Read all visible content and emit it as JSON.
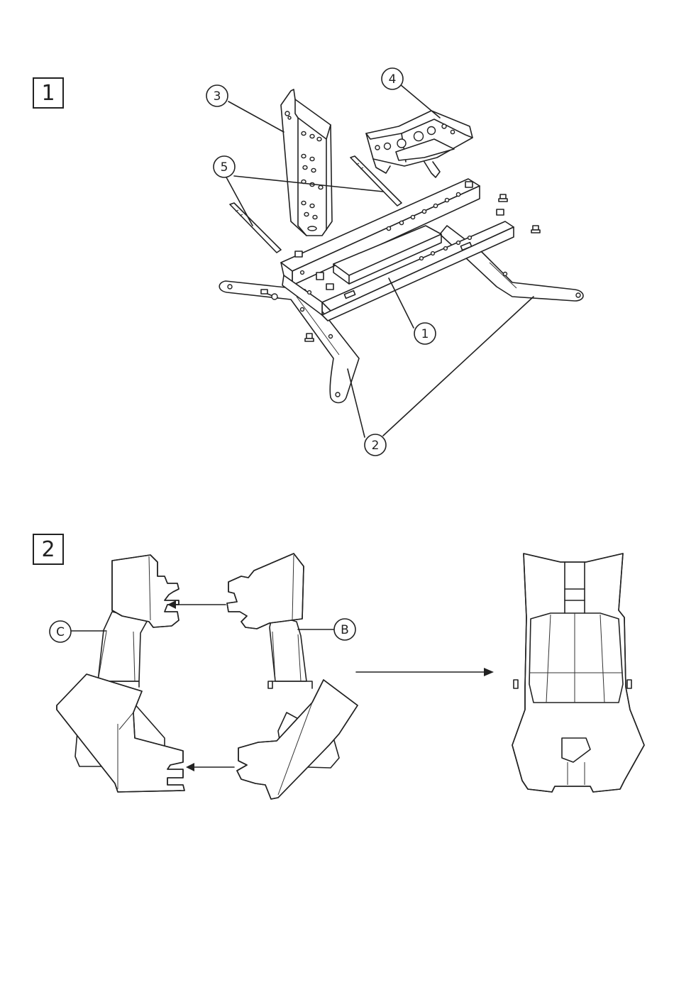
{
  "steps": [
    {
      "number": "1"
    },
    {
      "number": "2"
    }
  ],
  "step1": {
    "callouts": [
      {
        "id": "part-1",
        "label": "1"
      },
      {
        "id": "part-2",
        "label": "2"
      },
      {
        "id": "part-3",
        "label": "3"
      },
      {
        "id": "part-4",
        "label": "4"
      },
      {
        "id": "part-5",
        "label": "5"
      }
    ]
  },
  "step2": {
    "callouts": [
      {
        "id": "part-c",
        "label": "C"
      },
      {
        "id": "part-b",
        "label": "B"
      }
    ]
  }
}
